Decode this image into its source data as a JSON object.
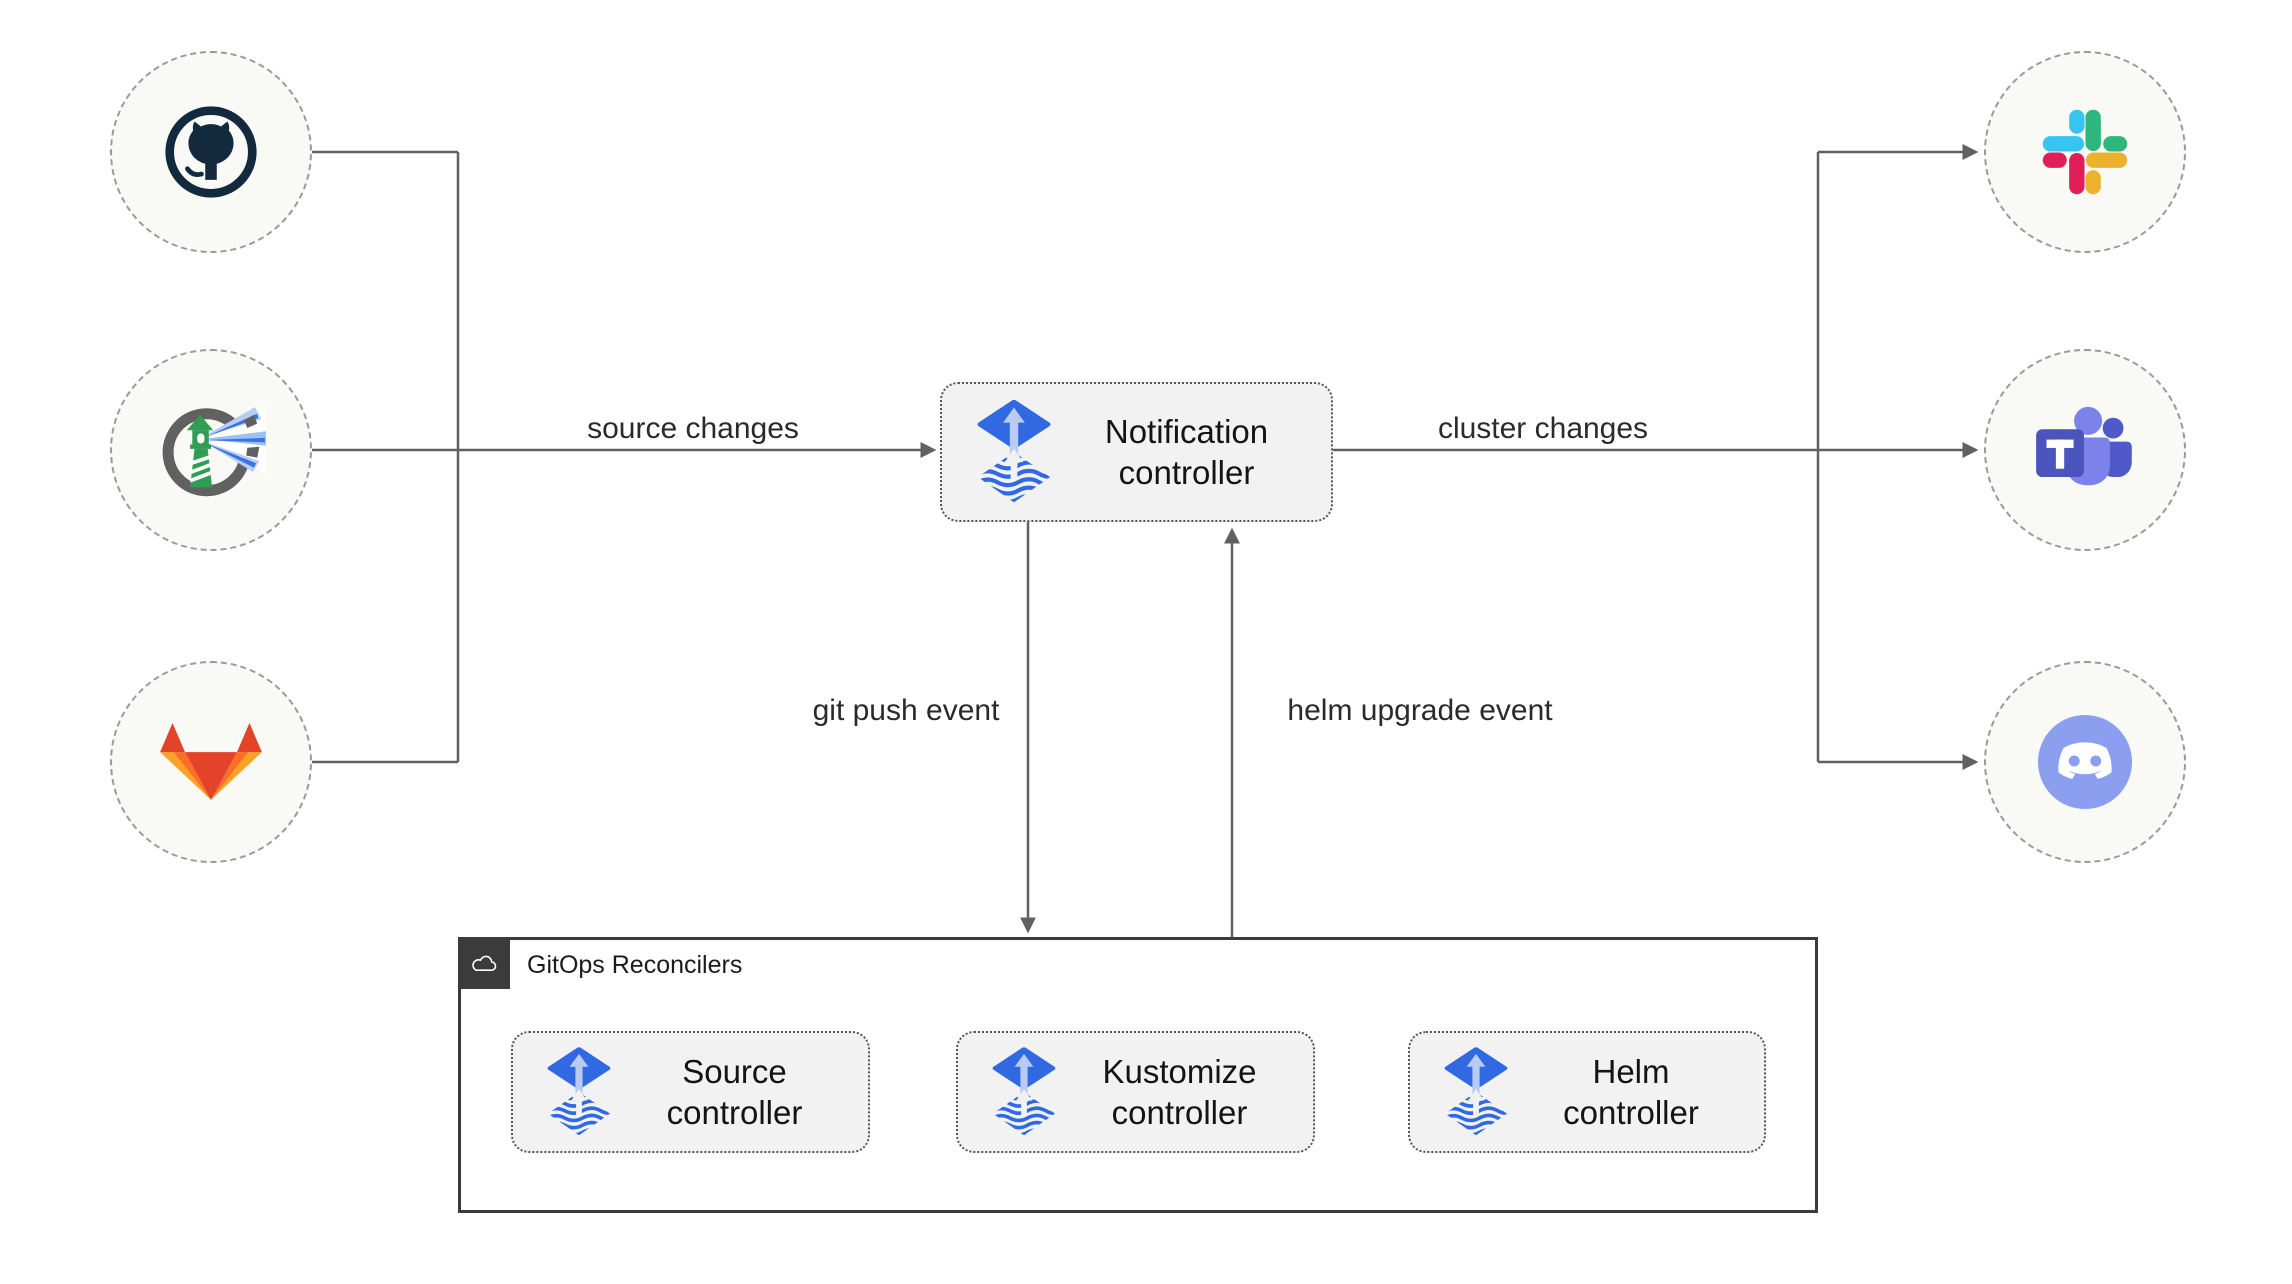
{
  "diagram": {
    "container": {
      "title": "GitOps Reconcilers",
      "icon": "cloud-icon"
    },
    "nodes": {
      "notification": {
        "label": "Notification controller",
        "icon": "flux-icon"
      },
      "source": {
        "label": "Source controller",
        "icon": "flux-icon"
      },
      "kustomize": {
        "label": "Kustomize controller",
        "icon": "flux-icon"
      },
      "helm": {
        "label": "Helm controller",
        "icon": "flux-icon"
      }
    },
    "edge_labels": {
      "source_changes": "source changes",
      "cluster_changes": "cluster changes",
      "git_push_event": "git push event",
      "helm_upgrade_event": "helm upgrade event"
    },
    "source_nodes": [
      "github-icon",
      "harbor-icon",
      "gitlab-icon"
    ],
    "notification_targets": [
      "slack-icon",
      "ms-teams-icon",
      "discord-icon"
    ],
    "colors": {
      "flux_blue": "#3069e2",
      "flux_arrow_light": "#b9cbf3",
      "line_gray": "#616161",
      "node_fill": "#f2f2f2",
      "node_border": "#565656",
      "circle_fill": "#f9f9f6",
      "circle_border": "#9a9a9a",
      "container_border": "#3b3b3b",
      "github": "#13293e",
      "harbor_green": "#2f9e52",
      "harbor_gray": "#616161",
      "gitlab": [
        "#e24329",
        "#fc6d26",
        "#fca326"
      ],
      "slack": [
        "#36c5f0",
        "#2eb67d",
        "#ecb22e",
        "#e01e5a"
      ],
      "teams": [
        "#4b53bc",
        "#7b83eb",
        "#5059c9"
      ],
      "discord": "#8c9ef0"
    }
  }
}
